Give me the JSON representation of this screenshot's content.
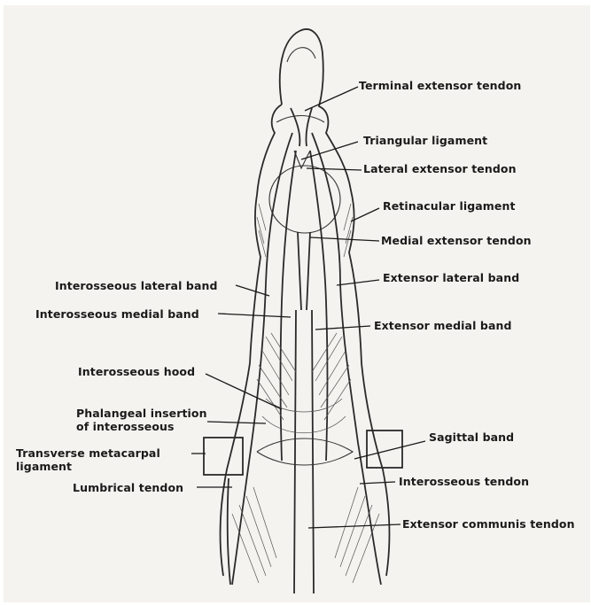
{
  "labels": {
    "terminal_extensor_tendon": "Terminal extensor tendon",
    "triangular_ligament": "Triangular ligament",
    "lateral_extensor_tendon": "Lateral extensor tendon",
    "retinacular_ligament": "Retinacular ligament",
    "medial_extensor_tendon": "Medial extensor tendon",
    "interosseous_lateral_band": "Interosseous lateral band",
    "extensor_lateral_band": "Extensor lateral band",
    "interosseous_medial_band": "Interosseous medial band",
    "extensor_medial_band": "Extensor medial band",
    "interosseous_hood": "Interosseous hood",
    "phalangeal_insertion_line1": "Phalangeal insertion",
    "phalangeal_insertion_line2": "of interosseous",
    "sagittal_band": "Sagittal band",
    "transverse_metacarpal_line1": "Transverse metacarpal",
    "transverse_metacarpal_line2": "ligament",
    "interosseous_tendon": "Interosseous tendon",
    "lumbrical_tendon": "Lumbrical tendon",
    "extensor_communis_tendon": "Extensor communis tendon"
  },
  "colors": {
    "ink": "#1a1a1a",
    "paper": "#f4f3ef"
  }
}
